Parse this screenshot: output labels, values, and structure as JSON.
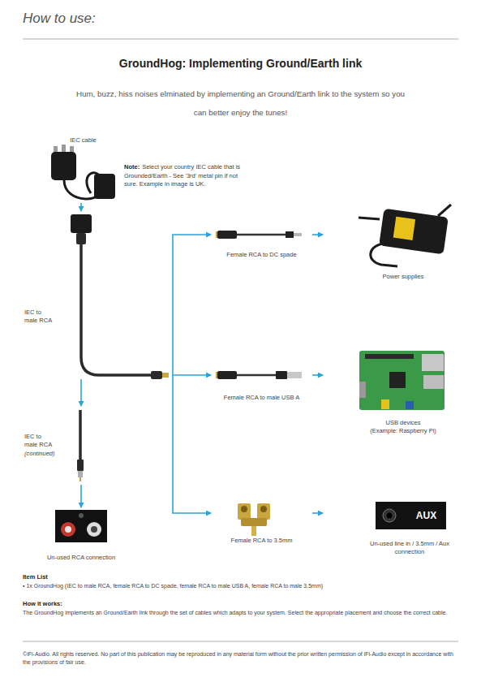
{
  "diagram": {
    "title": "GroundHog: Implementing Ground/Earth link",
    "nodes": [
      {
        "text": [
          "IEC cable"
        ]
      },
      {
        "text": [
          "IEC to male RCA"
        ]
      },
      {
        "text": [
          "IEC to male RCA",
          "(continued)"
        ]
      },
      {
        "text": [
          "Un-used RCA connection"
        ]
      },
      {
        "text": [
          "Female RCA to DC spade"
        ]
      },
      {
        "text": [
          "Power supplies"
        ]
      },
      {
        "text": [
          "Female RCA to male USB A"
        ]
      },
      {
        "text": [
          "USB devices",
          "(Example: Raspberry Pi)"
        ]
      },
      {
        "text": [
          "Female RCA to 3.5mm"
        ]
      },
      {
        "text": [
          "AUX",
          "Un-used line in / 3.5mm / Aux connection"
        ]
      }
    ],
    "edges": [
      {
        "from": 0,
        "to": 1,
        "arrow": "to"
      },
      {
        "from": 1,
        "to": 2,
        "arrow": "to"
      },
      {
        "from": 2,
        "to": 3,
        "arrow": "to"
      },
      {
        "from": 1,
        "to": 4,
        "arrow": "to"
      },
      {
        "from": 1,
        "to": 6,
        "arrow": "to"
      },
      {
        "from": 1,
        "to": 8,
        "arrow": "to"
      },
      {
        "from": 4,
        "to": 5,
        "arrow": "to"
      },
      {
        "from": 6,
        "to": 7,
        "arrow": "to"
      },
      {
        "from": 8,
        "to": 9,
        "arrow": "to"
      }
    ],
    "labels": [
      "How to use:",
      "Hum, buzz, hiss noises elminated by implementing an Ground/Earth link to the system so you can better enjoy the tunes!",
      "Note:",
      "Select your country IEC cable that is Grounded/Earth - See '3rd' metal pin if not sure. Example in image is UK.",
      "Item List",
      "• 1x GroundHog (IEC to male RCA, female RCA to DC spade, female RCA to male USB A, female RCA to male 3.5mm)",
      "How it works:",
      "The GroundHog implements an Ground/Earth link through the set of cables which adapts to your system. Select the appropriate placement and choose the correct cable.",
      "©iFi-Audio. All rights reserved. No part of this publication may be reproduced in any material form without the prior written permission of iFi-Audio except in accordance with the provisions of fair use."
    ]
  }
}
